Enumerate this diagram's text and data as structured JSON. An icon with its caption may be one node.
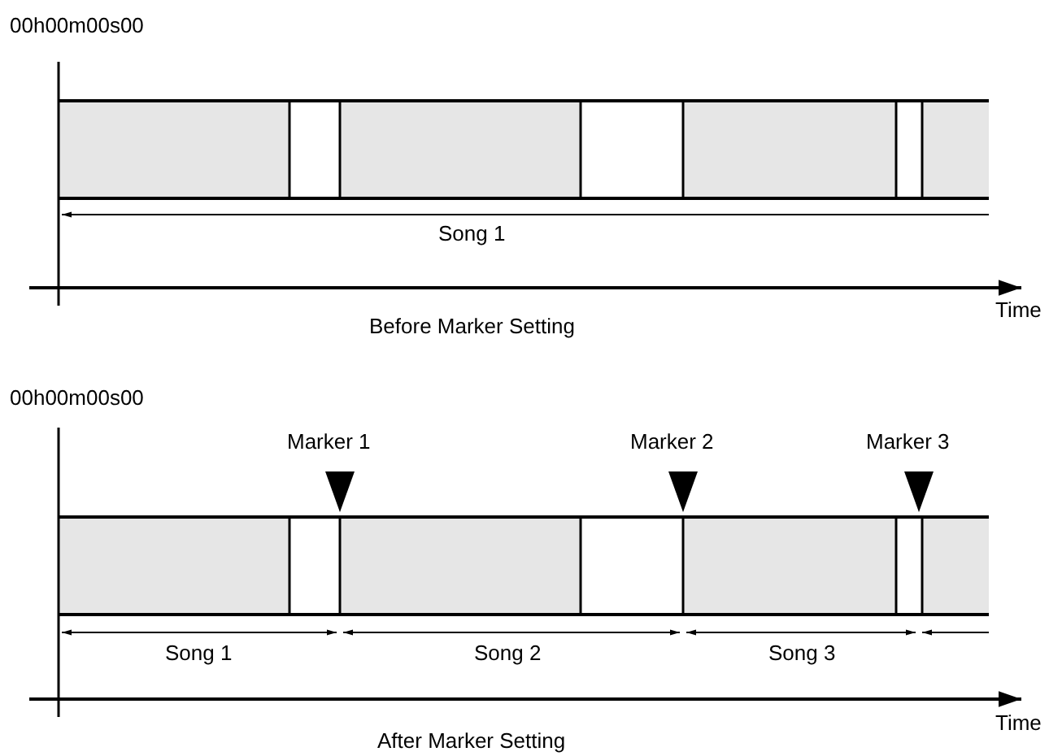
{
  "diagram": {
    "labels": [
      "00h00m00s00",
      "Song 1",
      "Time",
      "Before Marker Setting",
      "00h00m00s00",
      "Marker 1",
      "Marker 2",
      "Marker 3",
      "Song 1",
      "Song 2",
      "Song 3",
      "Time",
      "After Marker Setting"
    ]
  }
}
